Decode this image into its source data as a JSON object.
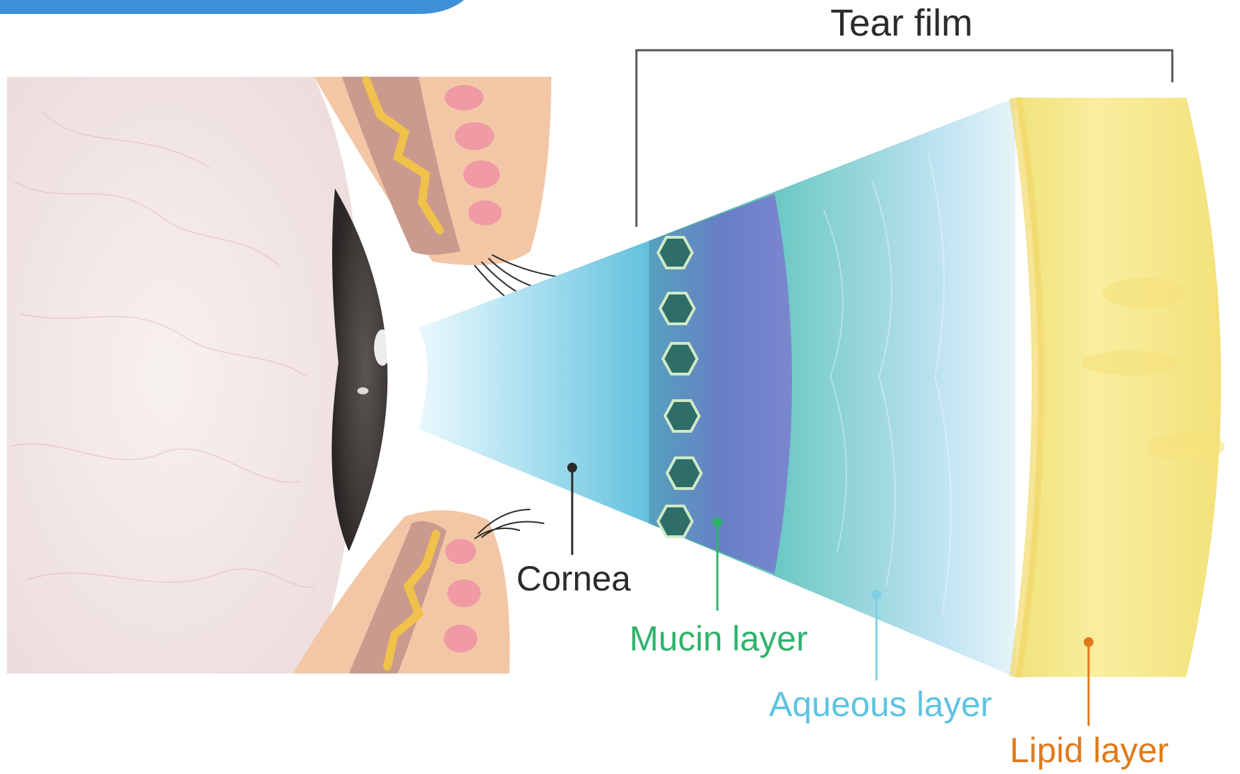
{
  "labels": {
    "tear_film": "Tear film",
    "cornea": "Cornea",
    "mucin": "Mucin layer",
    "aqueous": "Aqueous layer",
    "lipid": "Lipid layer"
  },
  "colors": {
    "cornea_text": "#2b2b2b",
    "mucin_text": "#2fb36b",
    "aqueous_text": "#5cc3e2",
    "lipid_text": "#e07a1c",
    "banner": "#3d8fd6",
    "sclera": "#f1e9e8",
    "iris": "#4a4542",
    "lid_skin": "#f3c7a6",
    "lid_muscle": "#ef9aa5",
    "gland": "#f0c14b",
    "aqueous_fill": "#7fd0e6",
    "mucin_fill": "#6f79c9",
    "lipid_fill": "#f4e07a"
  }
}
